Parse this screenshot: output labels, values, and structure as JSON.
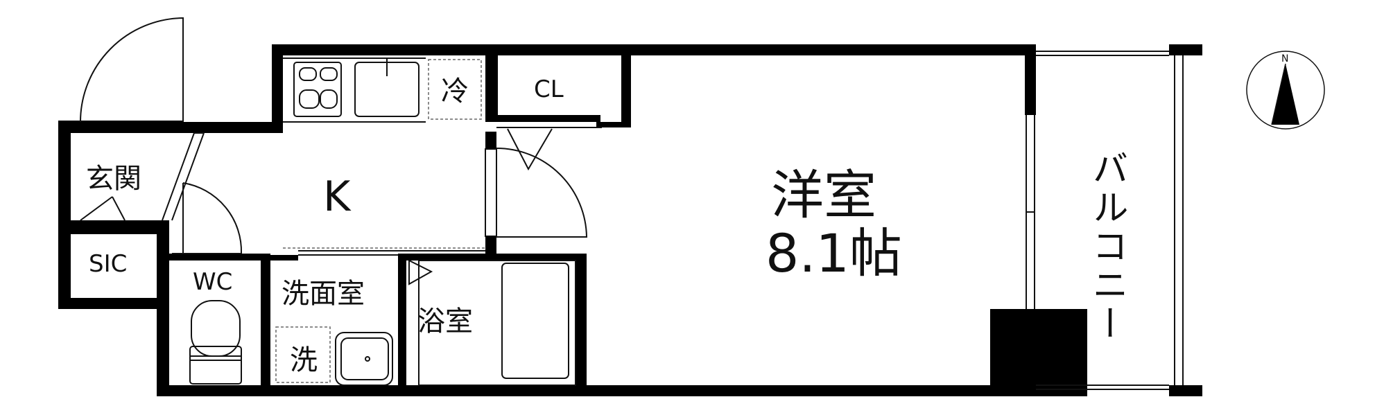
{
  "rooms": {
    "entrance": "玄関",
    "sic": "SIC",
    "kitchen": "K",
    "fridge": "冷",
    "closet": "CL",
    "western_room": "洋室",
    "western_room_size": "8.1帖",
    "wc": "WC",
    "washroom": "洗面室",
    "washer": "洗",
    "bathroom": "浴室",
    "balcony": "バルコニー"
  },
  "compass": {
    "north_label": "N"
  },
  "colors": {
    "wall": "#000000",
    "line": "#111111",
    "dash": "#666666"
  }
}
